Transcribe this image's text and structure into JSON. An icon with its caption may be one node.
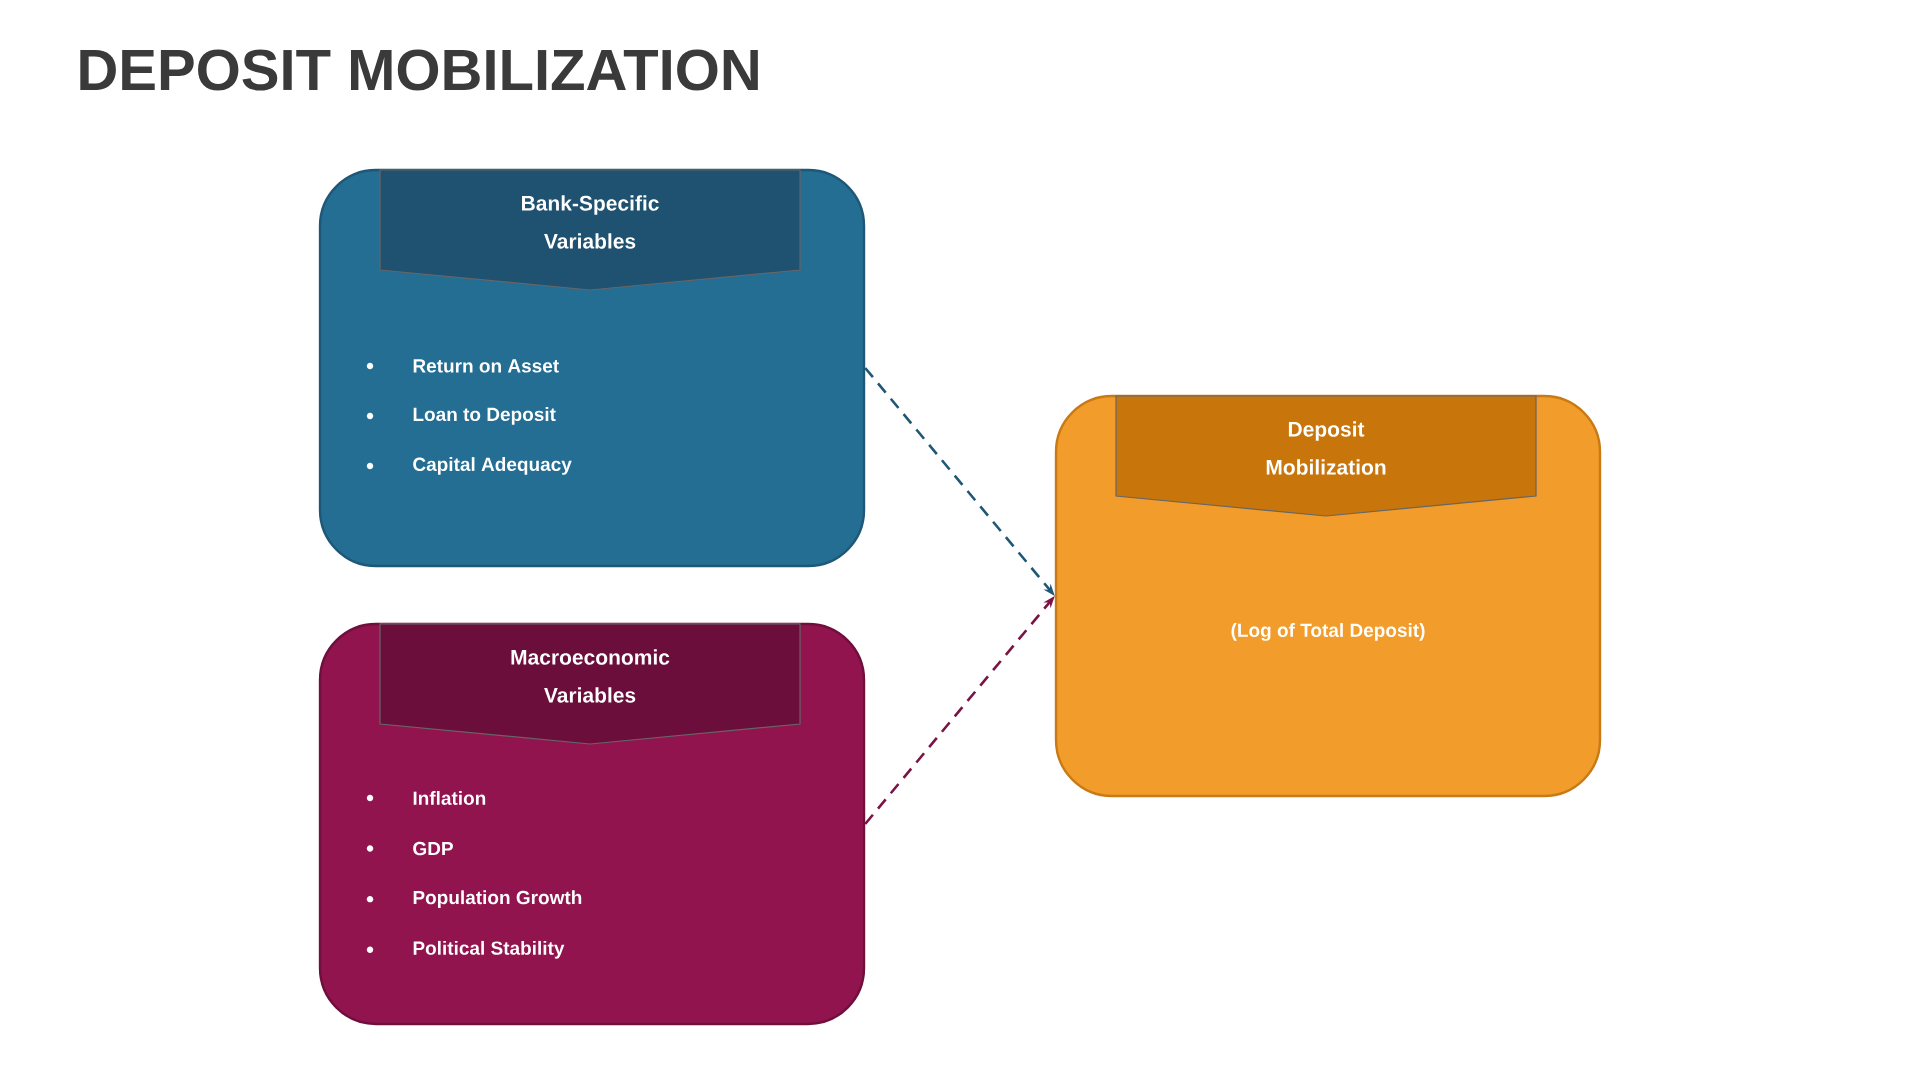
{
  "diagram": {
    "title": "DEPOSIT MOBILIZATION",
    "nodes": [
      {
        "text": [
          "Return on Asset",
          "Loan to Deposit",
          "Capital Adequacy"
        ]
      },
      {
        "text": [
          "Bank-Specific Variables"
        ],
        "in": 0
      },
      {
        "text": [
          "Inflation",
          "GDP",
          "Population Growth",
          "Political Stability"
        ]
      },
      {
        "text": [
          "Macroeconomic Variables"
        ],
        "in": 2
      },
      {
        "text": [
          "(Log of Total Deposit)"
        ]
      },
      {
        "text": [
          "Deposit Mobilization"
        ],
        "in": 4
      }
    ],
    "edges": [
      {
        "from": 0,
        "to": 4,
        "arrow": "to",
        "style": "dashed",
        "color": "#1f5876"
      },
      {
        "from": 2,
        "to": 4,
        "arrow": "to",
        "style": "dashed",
        "color": "#7a1444"
      }
    ]
  }
}
